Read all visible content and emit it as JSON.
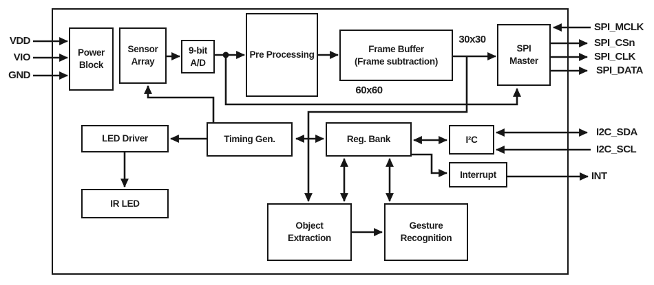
{
  "diagram": {
    "blocks": {
      "power_block": "Power\nBlock",
      "sensor_array": "Sensor\nArray",
      "adc": "9-bit\nA/D",
      "pre_processing": "Pre Processing",
      "frame_buffer": "Frame Buffer\n(Frame subtraction)",
      "spi_master": "SPI\nMaster",
      "led_driver": "LED Driver",
      "timing_gen": "Timing Gen.",
      "reg_bank": "Reg. Bank",
      "i2c": "I²C",
      "interrupt": "Interrupt",
      "ir_led": "IR LED",
      "object_extraction": "Object\nExtraction",
      "gesture_recognition": "Gesture\nRecognition"
    },
    "pins": {
      "vdd": "VDD",
      "vio": "VIO",
      "gnd": "GND",
      "spi_mclk": "SPI_MCLK",
      "spi_csn": "SPI_CSn",
      "spi_clk": "SPI_CLK",
      "spi_data": "SPI_DATA",
      "i2c_sda": "I2C_SDA",
      "i2c_scl": "I2C_SCL",
      "int": "INT"
    },
    "bus_labels": {
      "raw": "60x60",
      "subtracted": "30x30"
    },
    "colors": {
      "line": "#161616",
      "background": "#ffffff",
      "text": "#1d1d1d"
    }
  }
}
